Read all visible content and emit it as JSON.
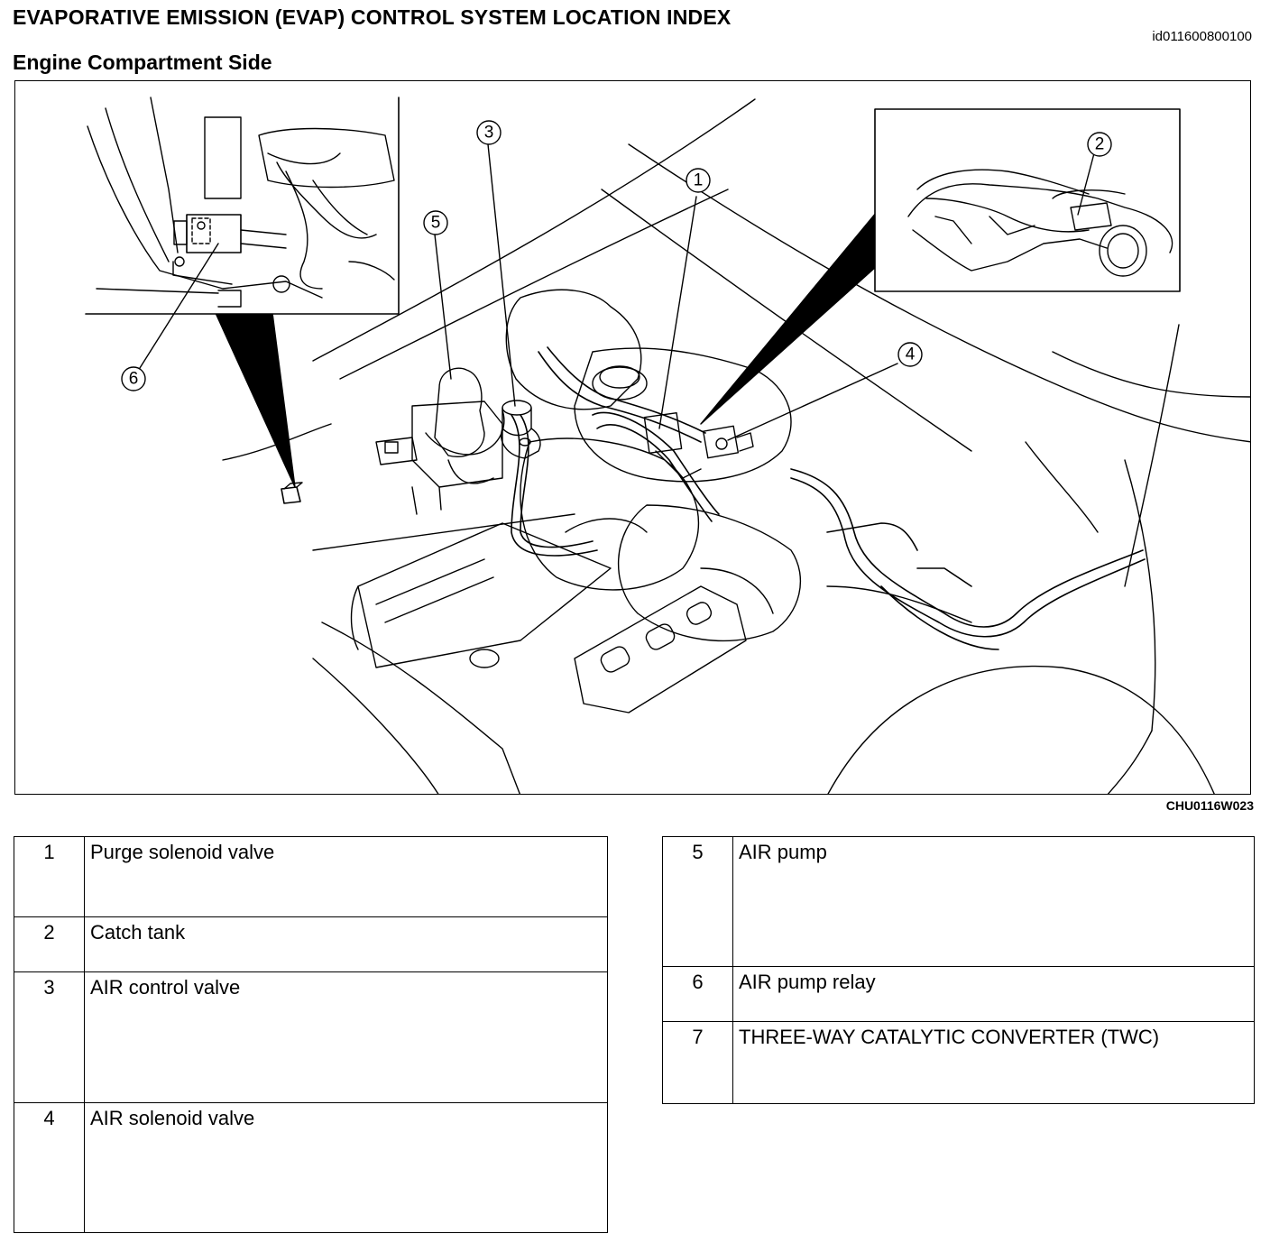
{
  "header": {
    "title": "EVAPORATIVE EMISSION (EVAP) CONTROL SYSTEM LOCATION INDEX",
    "doc_id": "id011600800100",
    "subtitle": "Engine Compartment Side"
  },
  "figure": {
    "code": "CHU0116W023",
    "callouts": [
      "1",
      "2",
      "3",
      "4",
      "5",
      "6"
    ]
  },
  "legend": {
    "left": [
      {
        "num": "1",
        "label": "Purge solenoid valve"
      },
      {
        "num": "2",
        "label": "Catch tank"
      },
      {
        "num": "3",
        "label": "AIR control valve"
      },
      {
        "num": "4",
        "label": "AIR solenoid valve"
      }
    ],
    "right": [
      {
        "num": "5",
        "label": "AIR pump"
      },
      {
        "num": "6",
        "label": "AIR pump relay"
      },
      {
        "num": "7",
        "label": "THREE-WAY CATALYTIC CONVERTER (TWC)"
      }
    ]
  }
}
